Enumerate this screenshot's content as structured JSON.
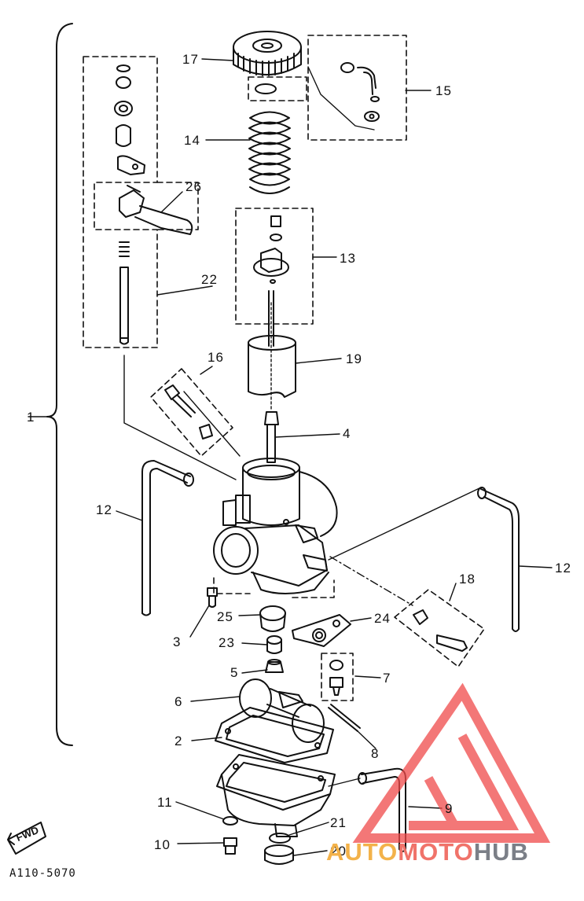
{
  "callouts": [
    {
      "id": "c1",
      "text": "1"
    },
    {
      "id": "c2",
      "text": "2"
    },
    {
      "id": "c3",
      "text": "3"
    },
    {
      "id": "c4",
      "text": "4"
    },
    {
      "id": "c5",
      "text": "5"
    },
    {
      "id": "c6",
      "text": "6"
    },
    {
      "id": "c7",
      "text": "7"
    },
    {
      "id": "c8",
      "text": "8"
    },
    {
      "id": "c9",
      "text": "9"
    },
    {
      "id": "c10",
      "text": "10"
    },
    {
      "id": "c11",
      "text": "11"
    },
    {
      "id": "c12a",
      "text": "12"
    },
    {
      "id": "c12b",
      "text": "12"
    },
    {
      "id": "c13",
      "text": "13"
    },
    {
      "id": "c14",
      "text": "14"
    },
    {
      "id": "c15",
      "text": "15"
    },
    {
      "id": "c16",
      "text": "16"
    },
    {
      "id": "c17",
      "text": "17"
    },
    {
      "id": "c18",
      "text": "18"
    },
    {
      "id": "c19",
      "text": "19"
    },
    {
      "id": "c20",
      "text": "20"
    },
    {
      "id": "c21",
      "text": "21"
    },
    {
      "id": "c22",
      "text": "22"
    },
    {
      "id": "c23",
      "text": "23"
    },
    {
      "id": "c24",
      "text": "24"
    },
    {
      "id": "c25",
      "text": "25"
    },
    {
      "id": "c26",
      "text": "26"
    }
  ],
  "figure_code": "A110-5070",
  "direction_badge": "FWD",
  "watermark": {
    "part1": "AUTO",
    "part2": "MOTO",
    "part3": "HUB"
  },
  "colors": {
    "ink": "#111111",
    "watermark_red": "#f04a4a",
    "watermark_orange": "#f3b24a",
    "watermark_gray": "#7b7f87"
  }
}
